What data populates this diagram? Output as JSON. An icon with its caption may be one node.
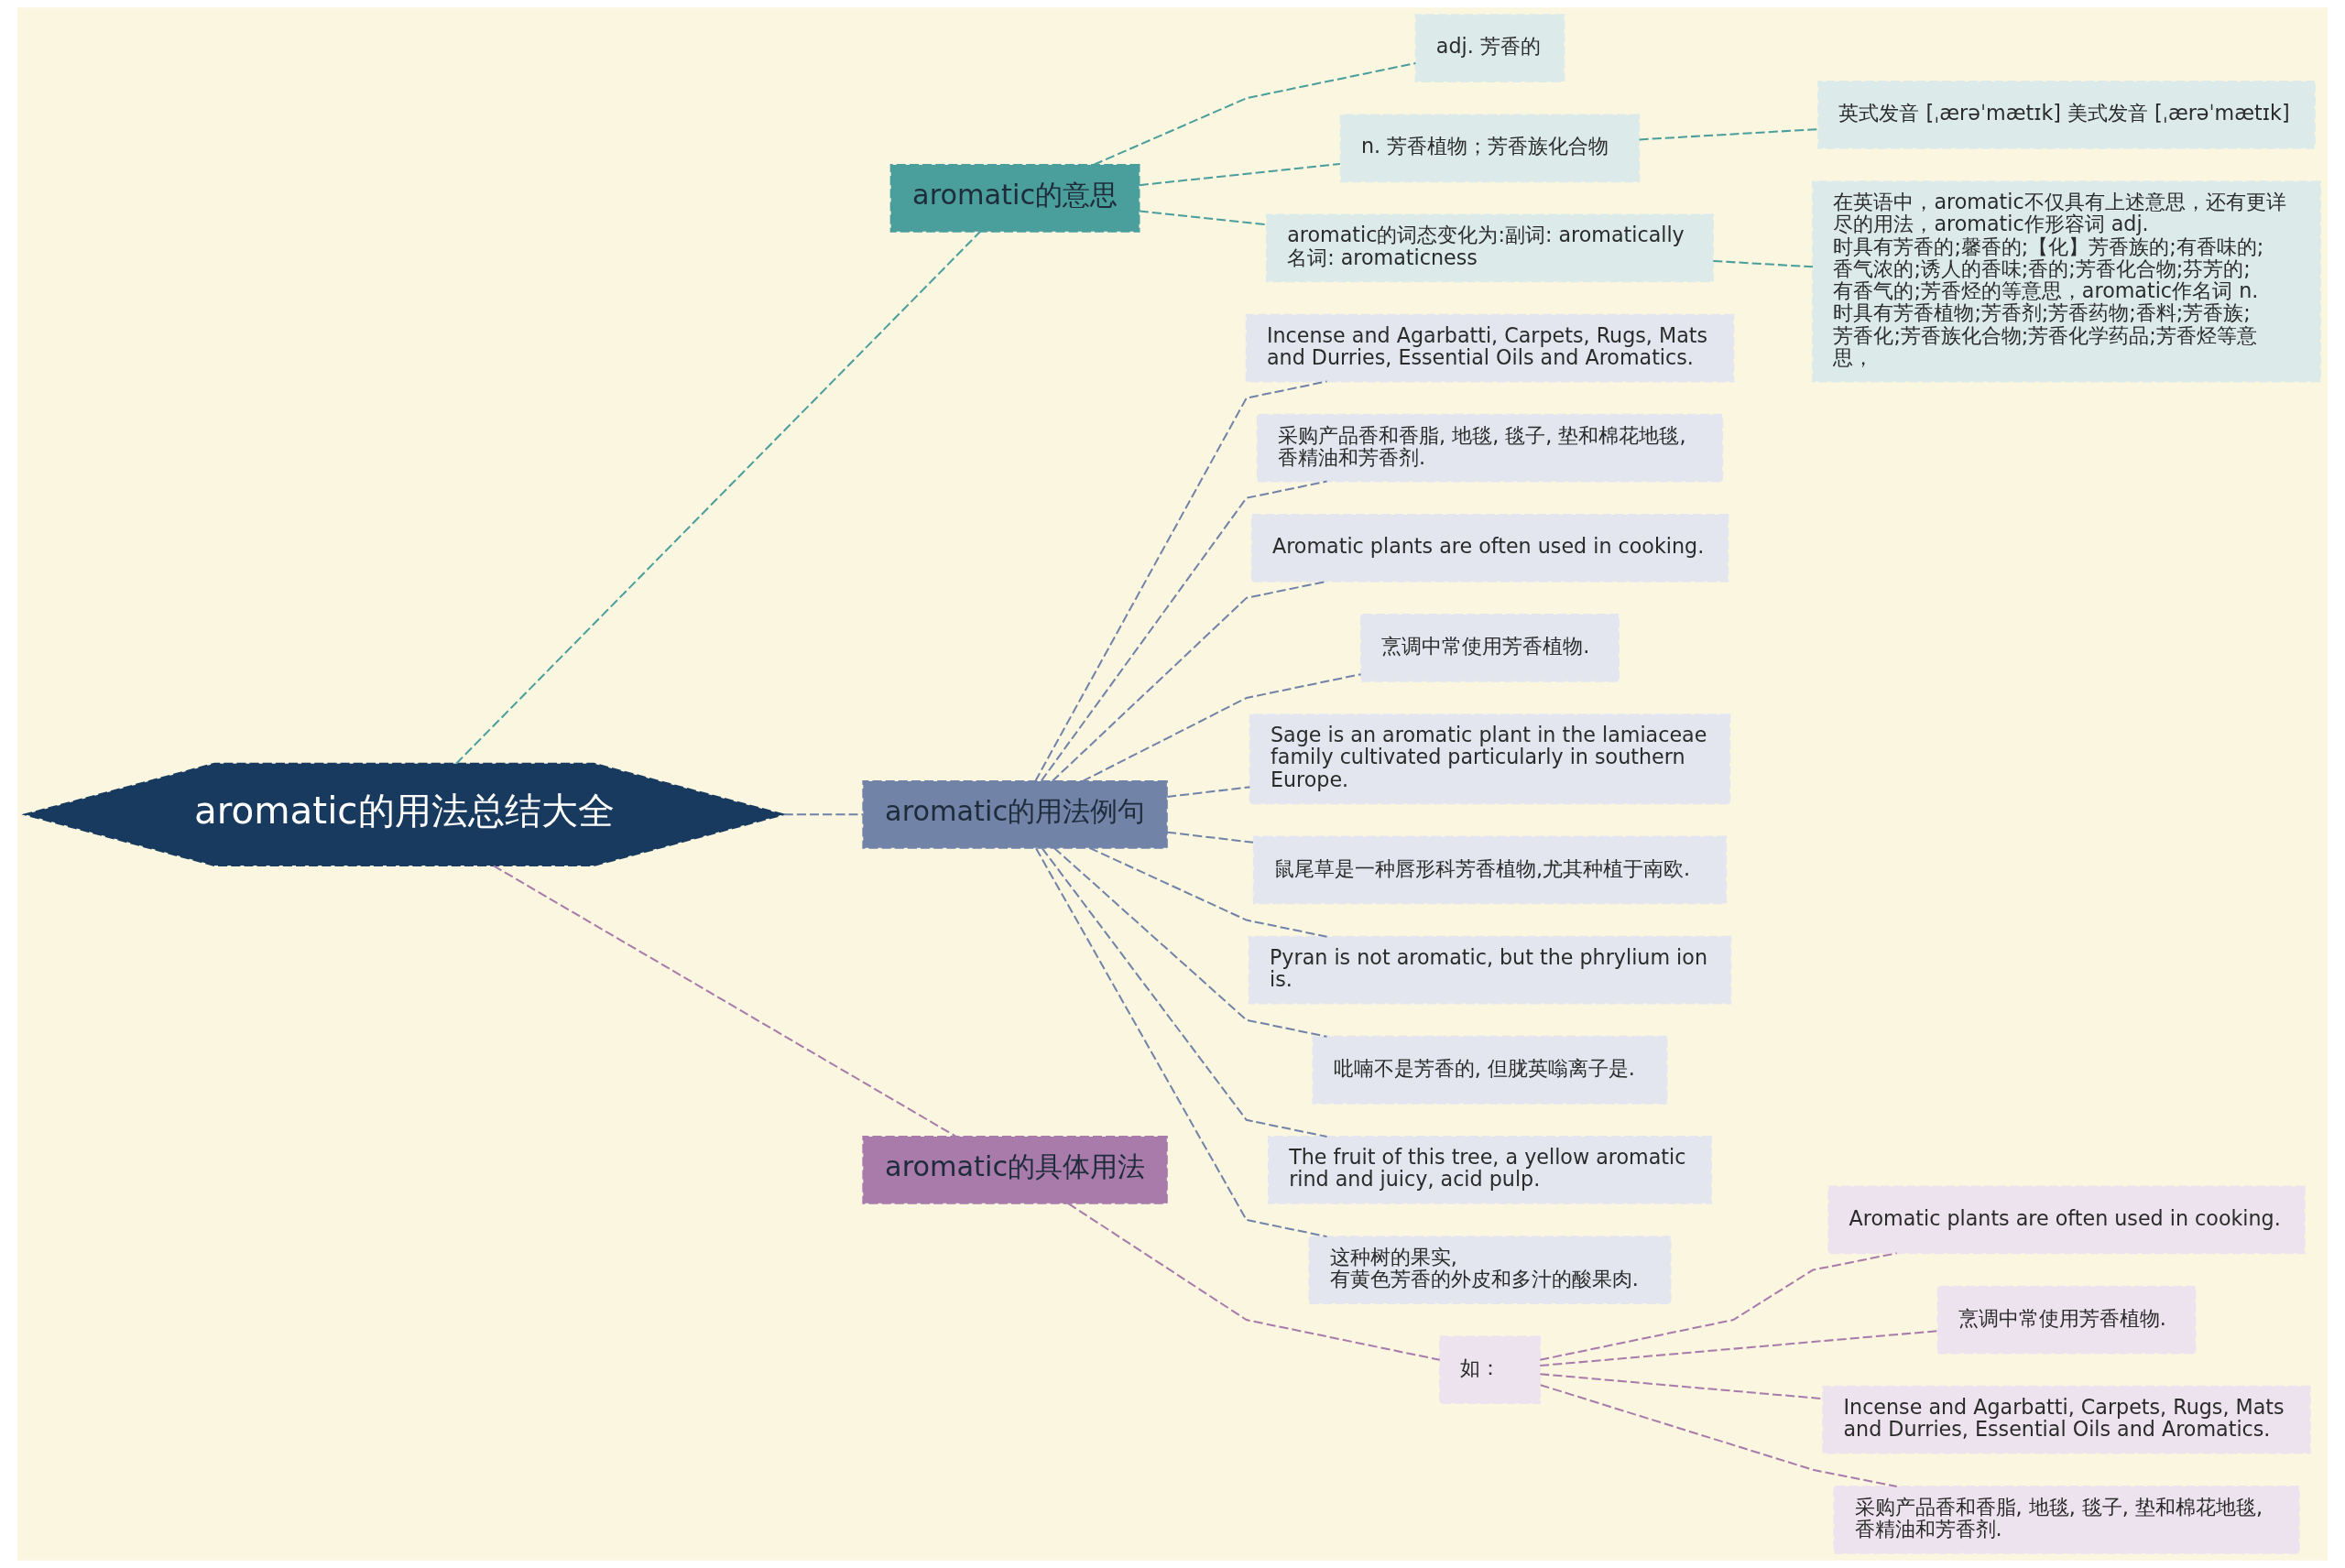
{
  "diagram": {
    "nodes": [
      {
        "text": [
          "aromatic的用法总结大全"
        ]
      },
      {
        "text": [
          "aromatic的意思"
        ]
      },
      {
        "text": [
          "adj. 芳香的"
        ]
      },
      {
        "text": [
          "n. 芳香植物；芳香族化合物"
        ]
      },
      {
        "text": [
          "英式发音 [ˌærəˈmætɪk] 美式发音 [ˌærəˈmætɪk]"
        ]
      },
      {
        "text": [
          "aromatic的词态变化为:副词: aromatically 名词: aromaticness"
        ]
      },
      {
        "text": [
          "在英语中，aromatic不仅具有上述意思，还有更详尽的用法，aromatic作形容词 adj. 时具有芳香的;馨香的;【化】芳香族的;有香味的;香气浓的;诱人的香味;香的;芳香化合物;芬芳的;有香气的;芳香烃的等意思，aromatic作名词 n. 时具有芳香植物;芳香剂;芳香药物;香料;芳香族;芳香化;芳香族化合物;芳香化学药品;芳香烃等意思，"
        ]
      },
      {
        "text": [
          "aromatic的用法例句"
        ]
      },
      {
        "text": [
          "Incense and Agarbatti, Carpets, Rugs, Mats and Durries, Essential Oils and Aromatics."
        ]
      },
      {
        "text": [
          "采购产品香和香脂, 地毯, 毯子, 垫和棉花地毯, 香精油和芳香剂."
        ]
      },
      {
        "text": [
          "Aromatic plants are often used in cooking."
        ]
      },
      {
        "text": [
          "烹调中常使用芳香植物."
        ]
      },
      {
        "text": [
          "Sage is an aromatic plant in the lamiaceae family cultivated particularly in southern Europe."
        ]
      },
      {
        "text": [
          "鼠尾草是一种唇形科芳香植物,尤其种植于南欧."
        ]
      },
      {
        "text": [
          "Pyran is not aromatic, but the phrylium ion is."
        ]
      },
      {
        "text": [
          "吡喃不是芳香的, 但胧英嗡离子是."
        ]
      },
      {
        "text": [
          "The fruit of this tree, a yellow aromatic rind and juicy, acid pulp."
        ]
      },
      {
        "text": [
          "这种树的果实, 有黄色芳香的外皮和多汁的酸果肉."
        ]
      },
      {
        "text": [
          "aromatic的具体用法"
        ]
      },
      {
        "text": [
          "如："
        ]
      },
      {
        "text": [
          "Aromatic plants are often used in cooking."
        ]
      },
      {
        "text": [
          "烹调中常使用芳香植物."
        ]
      },
      {
        "text": [
          "Incense and Agarbatti, Carpets, Rugs, Mats and Durries, Essential Oils and Aromatics."
        ]
      },
      {
        "text": [
          "采购产品香和香脂, 地毯, 毯子, 垫和棉花地毯, 香精油和芳香剂."
        ]
      }
    ],
    "edges": [
      {
        "from": 0,
        "to": 1,
        "arrow": "none",
        "style": "dashed",
        "color": "#4a9e9c"
      },
      {
        "from": 1,
        "to": 2,
        "arrow": "none",
        "style": "dashed",
        "color": "#4a9e9c"
      },
      {
        "from": 1,
        "to": 3,
        "arrow": "none",
        "style": "dashed",
        "color": "#4a9e9c"
      },
      {
        "from": 3,
        "to": 4,
        "arrow": "none",
        "style": "dashed",
        "color": "#4a9e9c"
      },
      {
        "from": 1,
        "to": 5,
        "arrow": "none",
        "style": "dashed",
        "color": "#4a9e9c"
      },
      {
        "from": 5,
        "to": 6,
        "arrow": "none",
        "style": "dashed",
        "color": "#4a9e9c"
      },
      {
        "from": 0,
        "to": 7,
        "arrow": "none",
        "style": "dashed"
      },
      {
        "from": 7,
        "to": 8,
        "arrow": "none",
        "style": "dashed"
      },
      {
        "from": 7,
        "to": 9,
        "arrow": "none",
        "style": "dashed"
      },
      {
        "from": 7,
        "to": 10,
        "arrow": "none",
        "style": "dashed"
      },
      {
        "from": 7,
        "to": 11,
        "arrow": "none",
        "style": "dashed"
      },
      {
        "from": 7,
        "to": 12,
        "arrow": "none",
        "style": "dashed"
      },
      {
        "from": 7,
        "to": 13,
        "arrow": "none",
        "style": "dashed"
      },
      {
        "from": 7,
        "to": 14,
        "arrow": "none",
        "style": "dashed"
      },
      {
        "from": 7,
        "to": 15,
        "arrow": "none",
        "style": "dashed"
      },
      {
        "from": 7,
        "to": 16,
        "arrow": "none",
        "style": "dashed"
      },
      {
        "from": 7,
        "to": 17,
        "arrow": "none",
        "style": "dashed"
      },
      {
        "from": 0,
        "to": 18,
        "arrow": "none",
        "style": "dashed",
        "color": "#a87bab"
      },
      {
        "from": 18,
        "to": 19,
        "arrow": "none",
        "style": "dashed",
        "color": "#a87bab"
      },
      {
        "from": 19,
        "to": 20,
        "arrow": "none",
        "style": "dashed",
        "color": "#a87bab"
      },
      {
        "from": 19,
        "to": 21,
        "arrow": "none",
        "style": "dashed",
        "color": "#a87bab"
      },
      {
        "from": 19,
        "to": 22,
        "arrow": "none",
        "style": "dashed",
        "color": "#a87bab"
      },
      {
        "from": 19,
        "to": 23,
        "arrow": "none",
        "style": "dashed",
        "color": "#a87bab"
      }
    ]
  }
}
